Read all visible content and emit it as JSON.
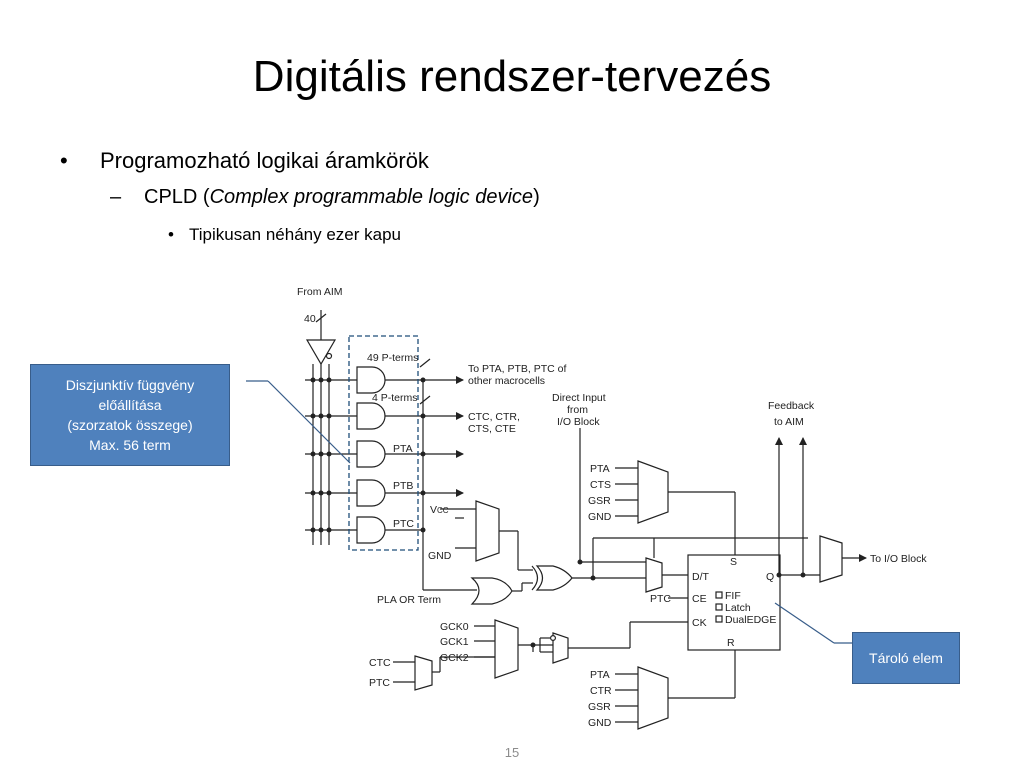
{
  "slide": {
    "title": "Digitális rendszer-tervezés",
    "bullet1": "Programozható logikai áramkörök",
    "bullet2_prefix": "CPLD (",
    "bullet2_italic": "Complex programmable logic device",
    "bullet2_suffix": ")",
    "bullet3": "Tipikusan néhány ezer kapu",
    "page_number": "15"
  },
  "callouts": {
    "left": [
      "Diszjunktív függvény",
      "előállítása",
      "(szorzatok összege)",
      "Max. 56 term"
    ],
    "right": "Tároló elem"
  },
  "diagram": {
    "from_aim": "From AIM",
    "bus_width": "40",
    "pterms_49": "49 P-terms",
    "pterms_4": "4 P-terms",
    "to_ptx_1": "To PTA, PTB, PTC of",
    "to_ptx_2": "other macrocells",
    "ctc_list_1": "CTC, CTR,",
    "ctc_list_2": "CTS, CTE",
    "pta": "PTA",
    "ptb": "PTB",
    "ptc": "PTC",
    "vcc_v": "V",
    "vcc_cc": "CC",
    "gnd": "GND",
    "pla_or": "PLA OR Term",
    "direct_1": "Direct Input",
    "direct_2": "from",
    "direct_3": "I/O Block",
    "feedback_1": "Feedback",
    "feedback_2": "to AIM",
    "mux_top_inputs": [
      "PTA",
      "CTS",
      "GSR",
      "GND"
    ],
    "mux_bottom_inputs": [
      "PTA",
      "CTR",
      "GSR",
      "GND"
    ],
    "ff_s": "S",
    "ff_dt": "D/T",
    "ff_q": "Q",
    "ff_ce": "CE",
    "ff_ck": "CK",
    "ff_r": "R",
    "ff_fif": "FIF",
    "ff_latch": "Latch",
    "ff_dualedge": "DualEDGE",
    "ptc_ce": "PTC",
    "to_io": "To I/O Block",
    "gck": [
      "GCK0",
      "GCK1",
      "GCK2"
    ],
    "ctc": "CTC",
    "ptc_clk": "PTC"
  }
}
